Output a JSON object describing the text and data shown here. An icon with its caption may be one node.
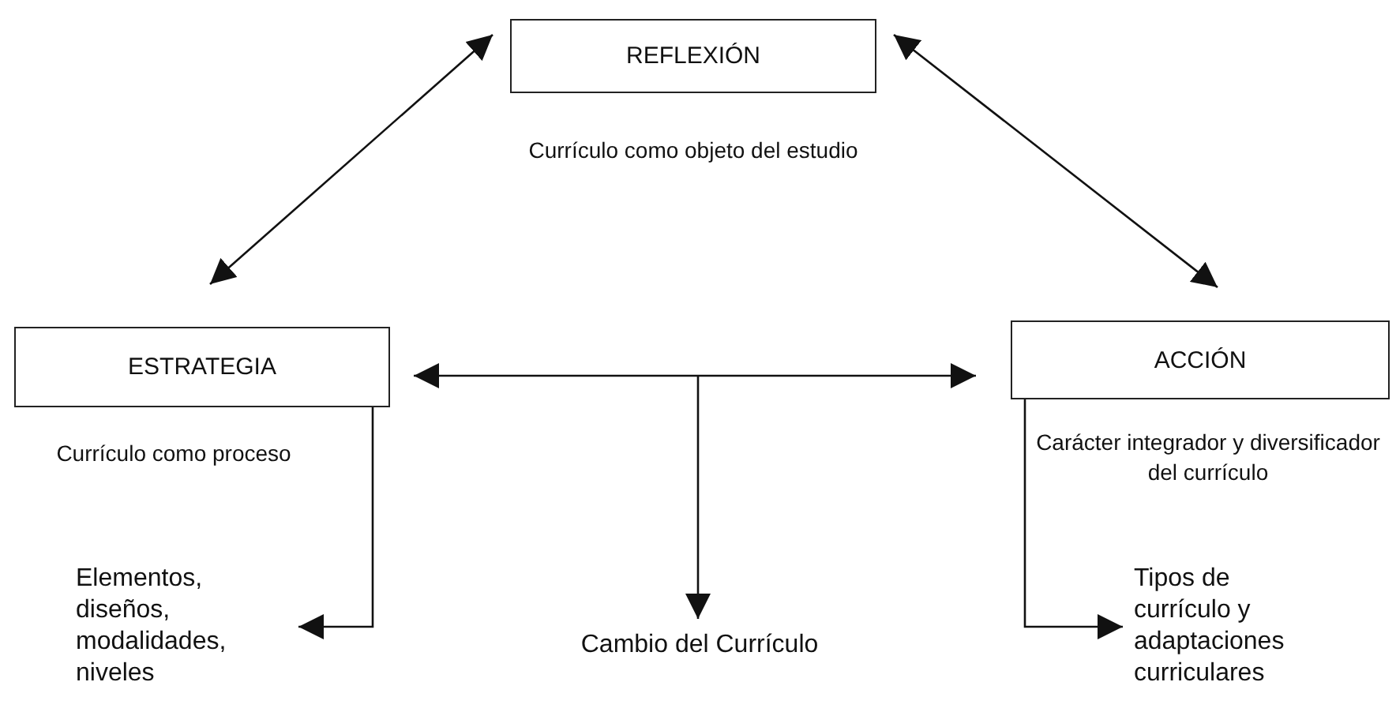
{
  "diagram": {
    "nodes": [
      {
        "text": [
          "REFLEXIÓN"
        ],
        "beside": [
          "Currículo como objeto del estudio"
        ]
      },
      {
        "text": [
          "ESTRATEGIA"
        ],
        "beside": [
          "Currículo como proceso"
        ]
      },
      {
        "text": [
          "ACCIÓN"
        ],
        "beside": [
          "Carácter integrador y diversificador del currículo"
        ]
      },
      {
        "text": [
          "Elementos, diseños, modalidades, niveles"
        ]
      },
      {
        "text": [
          "Cambio del Currículo"
        ]
      },
      {
        "text": [
          "Tipos de currículo y adaptaciones curriculares"
        ]
      }
    ],
    "edges": [
      {
        "from": 0,
        "to": 1,
        "arrow": "both"
      },
      {
        "from": 0,
        "to": 2,
        "arrow": "both"
      },
      {
        "from": 1,
        "to": 2,
        "arrow": "both"
      },
      {
        "from": null,
        "to": 4,
        "arrow": "to"
      },
      {
        "from": 1,
        "to": 3,
        "arrow": "to"
      },
      {
        "from": 2,
        "to": 5,
        "arrow": "to"
      }
    ]
  }
}
